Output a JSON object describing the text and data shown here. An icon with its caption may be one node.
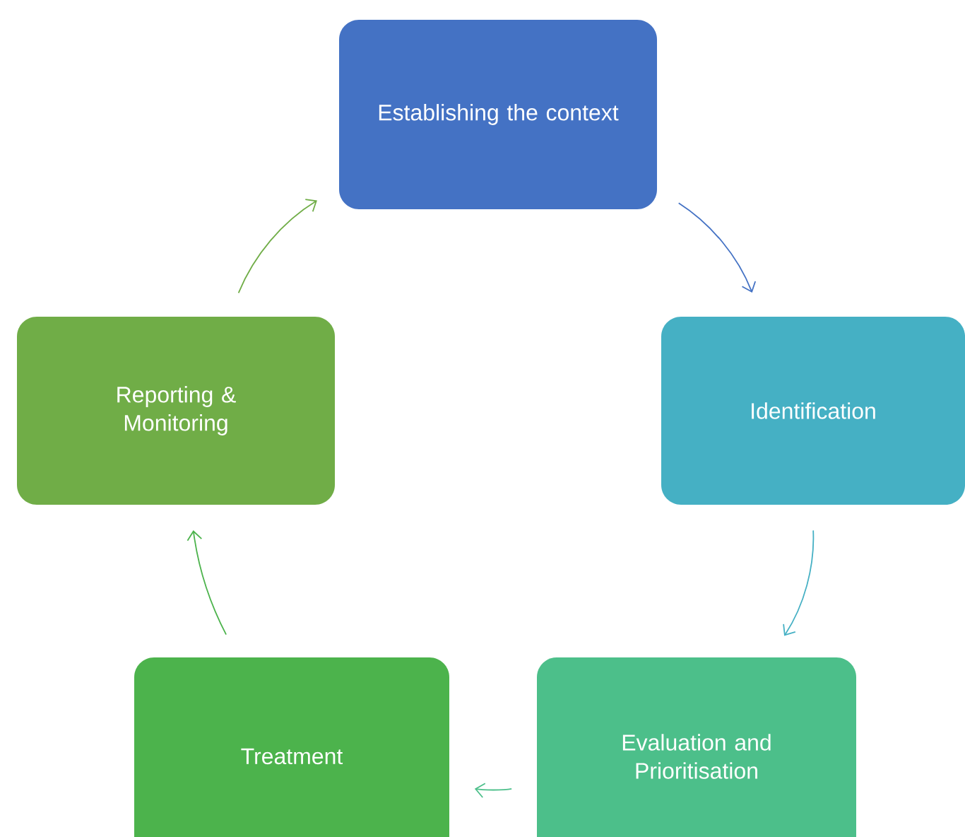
{
  "diagram": {
    "nodes": [
      {
        "text": [
          "Establishing the context"
        ]
      },
      {
        "text": [
          "Identification"
        ]
      },
      {
        "text": [
          "Evaluation and Prioritisation"
        ]
      },
      {
        "text": [
          "Treatment"
        ]
      },
      {
        "text": [
          "Reporting & Monitoring"
        ]
      }
    ],
    "edges": [
      {
        "from": 0,
        "to": 1,
        "arrow": "to",
        "color": "#4472c4"
      },
      {
        "from": 1,
        "to": 2,
        "arrow": "to",
        "color": "#45b0c4"
      },
      {
        "from": 2,
        "to": 3,
        "arrow": "to",
        "color": "#4cbf8a"
      },
      {
        "from": 3,
        "to": 4,
        "arrow": "to",
        "color": "#4cb34c"
      },
      {
        "from": 4,
        "to": 0,
        "arrow": "to",
        "color": "#70ad47"
      }
    ]
  }
}
